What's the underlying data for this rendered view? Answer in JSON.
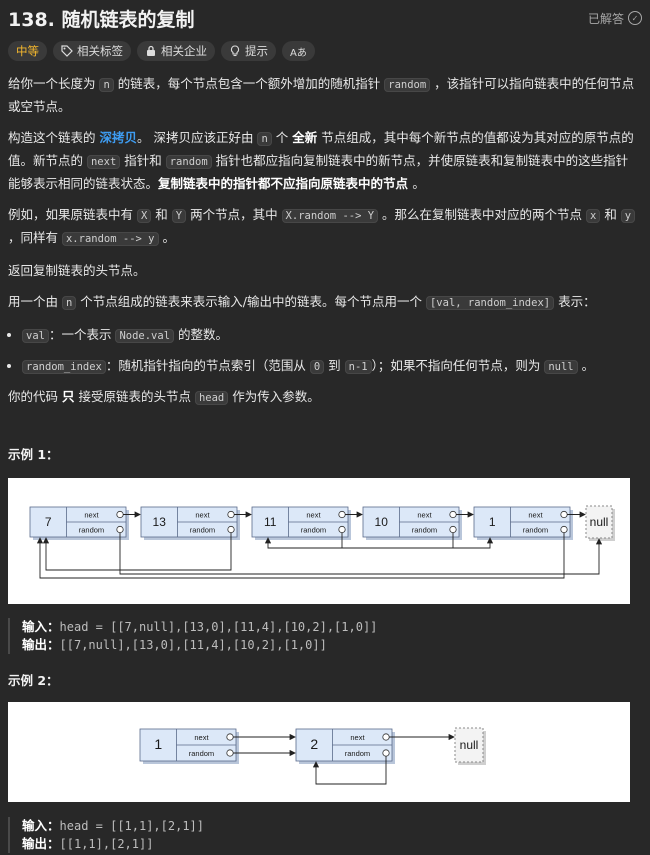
{
  "header": {
    "title": "138. 随机链表的复制",
    "solved_label": "已解答"
  },
  "tags": {
    "difficulty": "中等",
    "related_tags": "相关标签",
    "related_companies": "相关企业",
    "hint": "提示",
    "font_size": "Aあ"
  },
  "content": {
    "p1_a": "给你一个长度为 ",
    "p1_code_n": "n",
    "p1_b": " 的链表，每个节点包含一个额外增加的随机指针 ",
    "p1_code_random": "random",
    "p1_c": " ，该指针可以指向链表中的任何节点或空节点。",
    "p2_a": "构造这个链表的 ",
    "p2_link": "深拷贝",
    "p2_b": "。 深拷贝应该正好由 ",
    "p2_code_n": "n",
    "p2_c": " 个 ",
    "p2_bold_new": "全新",
    "p2_d": " 节点组成，其中每个新节点的值都设为其对应的原节点的值。新节点的 ",
    "p2_code_next": "next",
    "p2_e": " 指针和 ",
    "p2_code_random": "random",
    "p2_f": " 指针也都应指向复制链表中的新节点，并使原链表和复制链表中的这些指针能够表示相同的链表状态。",
    "p2_bold_end": "复制链表中的指针都不应指向原链表中的节点 ",
    "p2_g": "。",
    "p3_a": "例如，如果原链表中有 ",
    "p3_code_x": "X",
    "p3_b": " 和 ",
    "p3_code_y": "Y",
    "p3_c": " 两个节点，其中 ",
    "p3_code_xr": "X.random --> Y",
    "p3_d": " 。那么在复制链表中对应的两个节点 ",
    "p3_code_x2": "x",
    "p3_e": " 和 ",
    "p3_code_y2": "y",
    "p3_f": " ，同样有 ",
    "p3_code_xr2": "x.random --> y",
    "p3_g": " 。",
    "p4": "返回复制链表的头节点。",
    "p5_a": "用一个由 ",
    "p5_code_n": "n",
    "p5_b": " 个节点组成的链表来表示输入/输出中的链表。每个节点用一个 ",
    "p5_code_pair": "[val, random_index]",
    "p5_c": " 表示：",
    "li1_code": "val",
    "li1_a": "：一个表示 ",
    "li1_code2": "Node.val",
    "li1_b": " 的整数。",
    "li2_code": "random_index",
    "li2_a": "：随机指针指向的节点索引（范围从 ",
    "li2_code0": "0",
    "li2_b": " 到 ",
    "li2_coden": "n-1",
    "li2_c": "）；如果不指向任何节点，则为 ",
    "li2_codenull": "null",
    "li2_d": " 。",
    "p6_a": "你的代码 ",
    "p6_bold": "只",
    "p6_b": " 接受原链表的头节点 ",
    "p6_code": "head",
    "p6_c": " 作为传入参数。"
  },
  "example1": {
    "title": "示例 1：",
    "nodes": [
      "7",
      "13",
      "11",
      "10",
      "1"
    ],
    "next_label": "next",
    "random_label": "random",
    "null_label": "null",
    "input_label": "输入：",
    "input": "head = [[7,null],[13,0],[11,4],[10,2],[1,0]]",
    "output_label": "输出：",
    "output": "[[7,null],[13,0],[11,4],[10,2],[1,0]]"
  },
  "example2": {
    "title": "示例 2：",
    "nodes": [
      "1",
      "2"
    ],
    "next_label": "next",
    "random_label": "random",
    "null_label": "null",
    "input_label": "输入：",
    "input": "head = [[1,1],[2,1]]",
    "output_label": "输出：",
    "output": "[[1,1],[2,1]]"
  },
  "colors": {
    "difficulty": "#f5b82e",
    "link": "#3e9cf1",
    "node_fill": "#dce8f8"
  },
  "icons": [
    "check-circle-icon",
    "tag-icon",
    "lock-icon",
    "lightbulb-icon",
    "font-size-icon"
  ]
}
